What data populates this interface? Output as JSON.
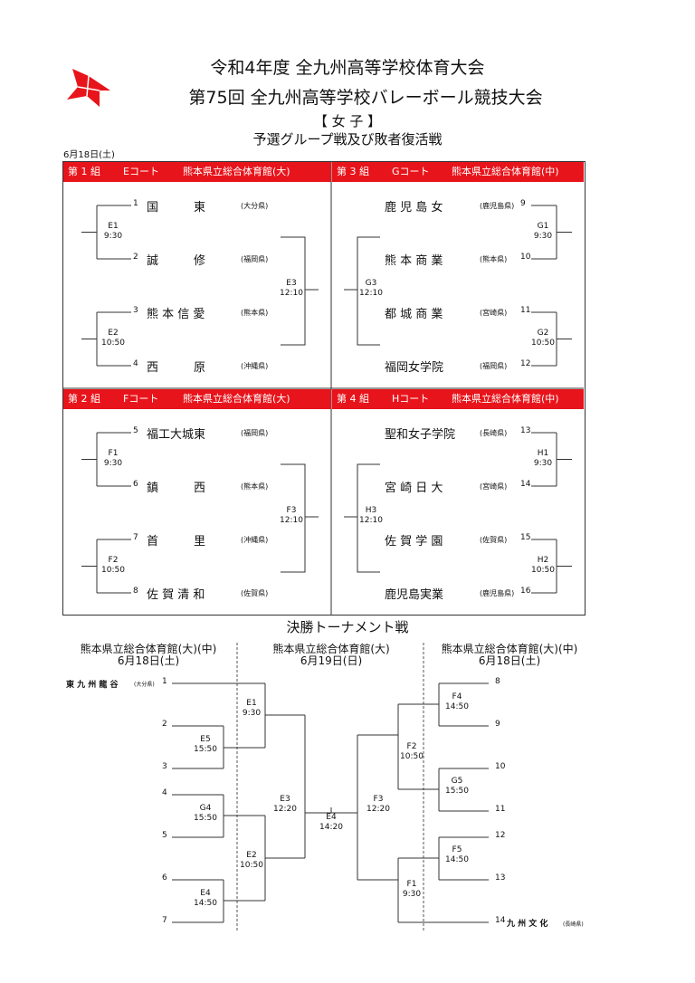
{
  "header": {
    "line1": "令和4年度  全九州高等学校体育大会",
    "line2": "第75回  全九州高等学校バレーボール競技大会",
    "category": "【 女 子 】",
    "subtitle": "予選グループ戦及び敗者復活戦",
    "date": "6月18日(土)"
  },
  "groups": [
    {
      "group": "第 1 組",
      "court": "Eコート",
      "venue": "熊本県立総合体育館(大)",
      "teams": [
        {
          "num": "1",
          "name": "国　　　東",
          "pref": "(大分県)"
        },
        {
          "num": "2",
          "name": "誠　　　修",
          "pref": "(福岡県)"
        },
        {
          "num": "3",
          "name": "熊 本 信 愛",
          "pref": "(熊本県)"
        },
        {
          "num": "4",
          "name": "西　　　原",
          "pref": "(沖縄県)"
        }
      ],
      "matches": [
        {
          "code": "E1",
          "time": "9:30"
        },
        {
          "code": "E2",
          "time": "10:50"
        },
        {
          "code": "E3",
          "time": "12:10"
        }
      ]
    },
    {
      "group": "第 3 組",
      "court": "Gコート",
      "venue": "熊本県立総合体育館(中)",
      "teams": [
        {
          "num": "9",
          "name": "鹿 児 島 女",
          "pref": "(鹿児島県)"
        },
        {
          "num": "10",
          "name": "熊 本 商 業",
          "pref": "(熊本県)"
        },
        {
          "num": "11",
          "name": "都 城 商 業",
          "pref": "(宮崎県)"
        },
        {
          "num": "12",
          "name": "福岡女学院",
          "pref": "(福岡県)"
        }
      ],
      "matches": [
        {
          "code": "G1",
          "time": "9:30"
        },
        {
          "code": "G2",
          "time": "10:50"
        },
        {
          "code": "G3",
          "time": "12:10"
        }
      ]
    },
    {
      "group": "第 2 組",
      "court": "Fコート",
      "venue": "熊本県立総合体育館(大)",
      "teams": [
        {
          "num": "5",
          "name": "福工大城東",
          "pref": "(福岡県)"
        },
        {
          "num": "6",
          "name": "鎮　　　西",
          "pref": "(熊本県)"
        },
        {
          "num": "7",
          "name": "首　　　里",
          "pref": "(沖縄県)"
        },
        {
          "num": "8",
          "name": "佐 賀 清 和",
          "pref": "(佐賀県)"
        }
      ],
      "matches": [
        {
          "code": "F1",
          "time": "9:30"
        },
        {
          "code": "F2",
          "time": "10:50"
        },
        {
          "code": "F3",
          "time": "12:10"
        }
      ]
    },
    {
      "group": "第 4 組",
      "court": "Hコート",
      "venue": "熊本県立総合体育館(中)",
      "teams": [
        {
          "num": "13",
          "name": "聖和女子学院",
          "pref": "(長崎県)"
        },
        {
          "num": "14",
          "name": "宮 崎 日 大",
          "pref": "(宮崎県)"
        },
        {
          "num": "15",
          "name": "佐 賀 学 園",
          "pref": "(佐賀県)"
        },
        {
          "num": "16",
          "name": "鹿児島実業",
          "pref": "(鹿児島県)"
        }
      ],
      "matches": [
        {
          "code": "H1",
          "time": "9:30"
        },
        {
          "code": "H2",
          "time": "10:50"
        },
        {
          "code": "H3",
          "time": "12:10"
        }
      ]
    }
  ],
  "final": {
    "title": "決勝トーナメント戦",
    "columns": [
      {
        "venue": "熊本県立総合体育館(大)(中)",
        "date": "6月18日(土)"
      },
      {
        "venue": "熊本県立総合体育館(大)",
        "date": "6月19日(日)"
      },
      {
        "venue": "熊本県立総合体育館(大)(中)",
        "date": "6月18日(土)"
      }
    ],
    "seed1": {
      "name": "東 九 州 龍 谷",
      "pref": "(大分県)"
    },
    "seed14": {
      "name": "九 州 文 化",
      "pref": "(長崎県)"
    },
    "left_slots": [
      "1",
      "2",
      "3",
      "4",
      "5",
      "6",
      "7"
    ],
    "right_slots": [
      "8",
      "9",
      "10",
      "11",
      "12",
      "13",
      "14"
    ],
    "matches": [
      {
        "code": "E1",
        "time": "9:30"
      },
      {
        "code": "E5",
        "time": "15:50"
      },
      {
        "code": "G4",
        "time": "15:50"
      },
      {
        "code": "E4",
        "time": "14:50"
      },
      {
        "code": "E2",
        "time": "10:50"
      },
      {
        "code": "E3",
        "time": "12:20"
      },
      {
        "code": "E4",
        "time": "14:20"
      },
      {
        "code": "F3",
        "time": "12:20"
      },
      {
        "code": "F2",
        "time": "10:50"
      },
      {
        "code": "F4",
        "time": "14:50"
      },
      {
        "code": "G5",
        "time": "15:50"
      },
      {
        "code": "F5",
        "time": "14:50"
      },
      {
        "code": "F1",
        "time": "9:30"
      }
    ]
  }
}
